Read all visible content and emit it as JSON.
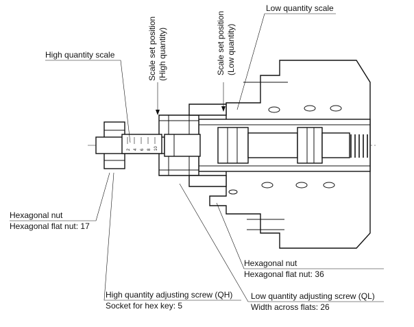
{
  "labels": {
    "high_quantity_scale": "High quantity scale",
    "low_quantity_scale": "Low quantity scale",
    "scale_set_high_line1": "Scale set position",
    "scale_set_high_line2": "(High quantity)",
    "scale_set_low_line1": "Scale set position",
    "scale_set_low_line2": "(Low quantity)",
    "hex_nut_left_line1": "Hexagonal nut",
    "hex_nut_left_line2": "Hexagonal flat nut: 17",
    "hex_nut_right_line1": "Hexagonal nut",
    "hex_nut_right_line2": "Hexagonal flat nut: 36",
    "qh_screw_line1": "High quantity adjusting screw (QH)",
    "qh_screw_line2": "Socket for hex key: 5",
    "ql_screw_line1": "Low quantity adjusting screw (QL)",
    "ql_screw_line2": "Width across flats: 26"
  },
  "scale_ticks": [
    "2",
    "4",
    "6",
    "8",
    "10"
  ]
}
